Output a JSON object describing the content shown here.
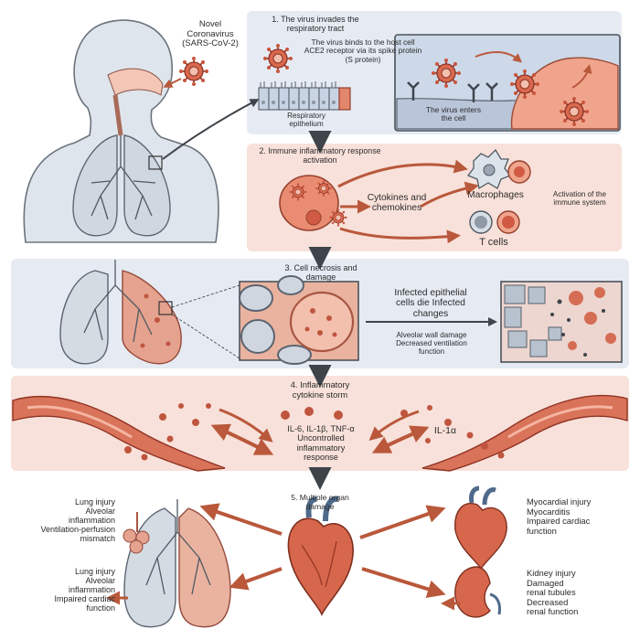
{
  "intro": {
    "virus_label": [
      "Novel",
      "Coronavirus",
      "(SARS-CoV-2)"
    ]
  },
  "panel1": {
    "title": [
      "1. The virus invades the",
      "respiratory tract"
    ],
    "binding_text": [
      "The virus binds to the host cell",
      "ACE2 receptor via its spike protein",
      "(S protein)"
    ],
    "epithelium_label": [
      "Respiratory",
      "epithelium"
    ],
    "enter_label": [
      "The virus enters",
      "the cell"
    ]
  },
  "panel2": {
    "title": [
      "2. Immune inflammatory response",
      "activation"
    ],
    "cytokines_label": [
      "Cytokines and",
      "chemokines"
    ],
    "macrophages_label": "Macrophages",
    "tcells_label": "T cells",
    "activation_label": [
      "Activation of the",
      "immune system"
    ]
  },
  "panel3": {
    "title": [
      "3. Cell necrosis and",
      "damage"
    ],
    "infected_label": [
      "Infected epithelial",
      "cells die Infected",
      "changes"
    ],
    "alveolar_label": [
      "Alveolar wall damage",
      "Decreased ventilation",
      "function"
    ]
  },
  "panel4": {
    "title": [
      "4. Inflammatory",
      "cytokine storm"
    ],
    "interleukins_label": [
      "IL-6, IL-1β, TNF-α",
      "Uncontrolled",
      "inflammatory",
      "response"
    ],
    "il1a_label": "IL-1α"
  },
  "panel5": {
    "title": [
      "5. Multiple organ",
      "damage"
    ],
    "lung_injury_top": [
      "Lung injury",
      "Alveolar",
      "inflammation",
      "Ventilation-perfusion",
      "mismatch"
    ],
    "lung_injury_bottom": [
      "Lung injury",
      "Alveolar",
      "inflammation",
      "Impaired cardiac",
      "function"
    ],
    "myocardial_label": [
      "Myocardial injury",
      "Myocarditis",
      "Impaired cardiac",
      "function"
    ],
    "kidney_label": [
      "Kidney injury",
      "Damaged",
      "renal tubules",
      "Decreased",
      "renal function"
    ]
  },
  "colors": {
    "panel_blue": "#e6ebf3",
    "panel_pink": "#f8e1da",
    "virus_red": "#c8563d",
    "arrow_red": "#b9583b",
    "arrow_dark": "#4a4f55",
    "lung_gray": "#d5dbe3",
    "lung_pink": "#e5a28e"
  }
}
